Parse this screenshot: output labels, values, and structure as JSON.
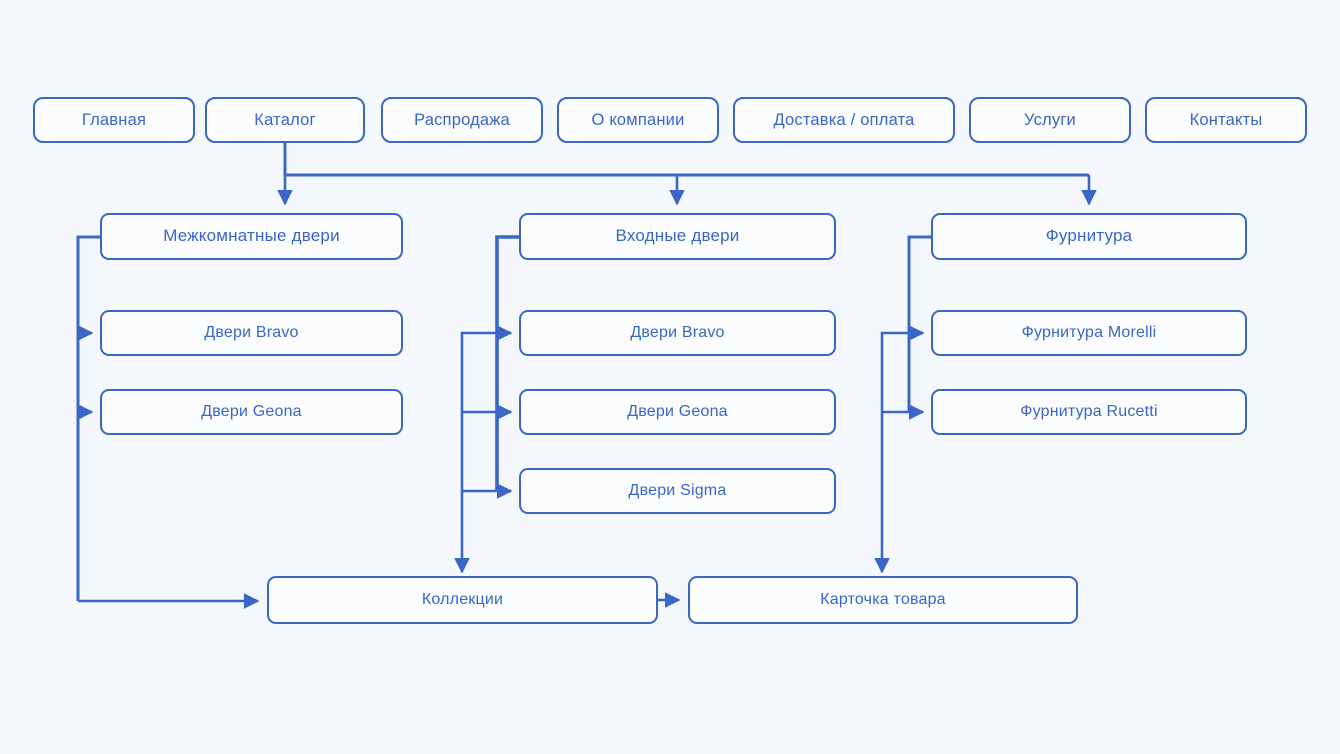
{
  "meta": {
    "title": "Структура каталога сайта дверей",
    "colors": {
      "background": "#f4f8fd",
      "node_fill": "#fafcfe",
      "accent": "#3a66c8",
      "text": "#3a66c8"
    }
  },
  "nav": {
    "items": [
      {
        "id": "glavnaya",
        "label": "Главная"
      },
      {
        "id": "katalog",
        "label": "Каталог"
      },
      {
        "id": "rasprodazha",
        "label": "Распродажа"
      },
      {
        "id": "o-kompanii",
        "label": "О компании"
      },
      {
        "id": "dostavka-oplata",
        "label": "Доставка / оплата"
      },
      {
        "id": "uslugi",
        "label": "Услуги"
      },
      {
        "id": "kontakty",
        "label": "Контакты"
      }
    ]
  },
  "columns": [
    {
      "id": "mezhkomnatnye",
      "heading": "Межкомнатные двери",
      "children": [
        {
          "id": "mezhkomnatnye-bravo",
          "label": "Двери Bravo"
        },
        {
          "id": "mezhkomnatnye-geona",
          "label": "Двери Geona"
        }
      ]
    },
    {
      "id": "vhodnye",
      "heading": "Входные двери",
      "children": [
        {
          "id": "vhodnye-bravo",
          "label": "Двери Bravo"
        },
        {
          "id": "vhodnye-geona",
          "label": "Двери Geona"
        },
        {
          "id": "vhodnye-sigma",
          "label": "Двери Sigma"
        }
      ]
    },
    {
      "id": "furnitura",
      "heading": "Фурнитура",
      "children": [
        {
          "id": "furnitura-morelli",
          "label": "Фурнитура Morelli"
        },
        {
          "id": "furnitura-rucetti",
          "label": "Фурнитура Rucetti"
        }
      ]
    }
  ],
  "bottom": {
    "collections": "Коллекции",
    "product_card": "Карточка товара"
  }
}
